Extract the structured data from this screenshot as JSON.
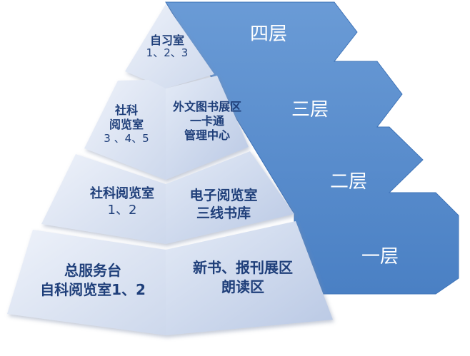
{
  "floors": {
    "f4": "四层",
    "f3": "三层",
    "f2": "二层",
    "f1": "一层"
  },
  "rooms": {
    "f4_left": [
      "自习室",
      "1、2、3"
    ],
    "f3_left": [
      "社科",
      "阅览室",
      "3 、4、5"
    ],
    "f3_right": [
      "外文图书展区",
      "一卡通",
      "管理中心"
    ],
    "f2_left": [
      "社科阅览室",
      "1、2"
    ],
    "f2_right": [
      "电子阅览室",
      "三线书库"
    ],
    "f1_left": [
      "总服务台",
      "自科阅览室1、2"
    ],
    "f1_right": [
      "新书、报刊展区",
      "朗读区"
    ]
  },
  "colors": {
    "banner": "#5b8fcf",
    "banner_edge": "#3f74b8",
    "face_light": "#e9eef8",
    "face_mid": "#d4deef",
    "label_text": "#1f3f7a",
    "floor_text": "#ffffff"
  }
}
